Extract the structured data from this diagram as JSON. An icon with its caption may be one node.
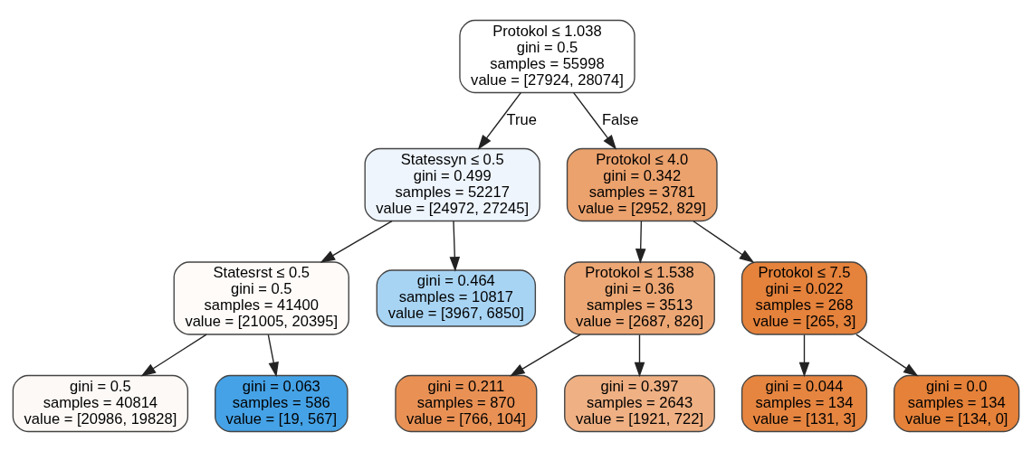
{
  "diagram": {
    "nodes": [
      {
        "text": [
          "Protokol ≤ 1.038",
          "gini = 0.5",
          "samples = 55998",
          "value = [27924, 28074]"
        ]
      },
      {
        "text": [
          "Statessyn ≤ 0.5",
          "gini = 0.499",
          "samples = 52217",
          "value = [24972, 27245]"
        ]
      },
      {
        "text": [
          "Protokol ≤ 4.0",
          "gini = 0.342",
          "samples = 3781",
          "value = [2952, 829]"
        ]
      },
      {
        "text": [
          "Statesrst ≤ 0.5",
          "gini = 0.5",
          "samples = 41400",
          "value = [21005, 20395]"
        ]
      },
      {
        "text": [
          "gini = 0.464",
          "samples = 10817",
          "value = [3967, 6850]"
        ]
      },
      {
        "text": [
          "Protokol ≤ 1.538",
          "gini = 0.36",
          "samples = 3513",
          "value = [2687, 826]"
        ]
      },
      {
        "text": [
          "Protokol ≤ 7.5",
          "gini = 0.022",
          "samples = 268",
          "value = [265, 3]"
        ]
      },
      {
        "text": [
          "gini = 0.5",
          "samples = 40814",
          "value = [20986, 19828]"
        ]
      },
      {
        "text": [
          "gini = 0.063",
          "samples = 586",
          "value = [19, 567]"
        ]
      },
      {
        "text": [
          "gini = 0.211",
          "samples = 870",
          "value = [766, 104]"
        ]
      },
      {
        "text": [
          "gini = 0.397",
          "samples = 2643",
          "value = [1921, 722]"
        ]
      },
      {
        "text": [
          "gini = 0.044",
          "samples = 134",
          "value = [131, 3]"
        ]
      },
      {
        "text": [
          "gini = 0.0",
          "samples = 134",
          "value = [134, 0]"
        ]
      }
    ],
    "edges": [
      {
        "from": 0,
        "to": 1,
        "arrow": "to",
        "label": "True"
      },
      {
        "from": 0,
        "to": 2,
        "arrow": "to",
        "label": "False"
      },
      {
        "from": 1,
        "to": 3,
        "arrow": "to"
      },
      {
        "from": 1,
        "to": 4,
        "arrow": "to"
      },
      {
        "from": 2,
        "to": 5,
        "arrow": "to"
      },
      {
        "from": 2,
        "to": 6,
        "arrow": "to"
      },
      {
        "from": 3,
        "to": 7,
        "arrow": "to"
      },
      {
        "from": 3,
        "to": 8,
        "arrow": "to"
      },
      {
        "from": 5,
        "to": 9,
        "arrow": "to"
      },
      {
        "from": 5,
        "to": 10,
        "arrow": "to"
      },
      {
        "from": 6,
        "to": 11,
        "arrow": "to"
      },
      {
        "from": 6,
        "to": 12,
        "arrow": "to"
      }
    ]
  }
}
